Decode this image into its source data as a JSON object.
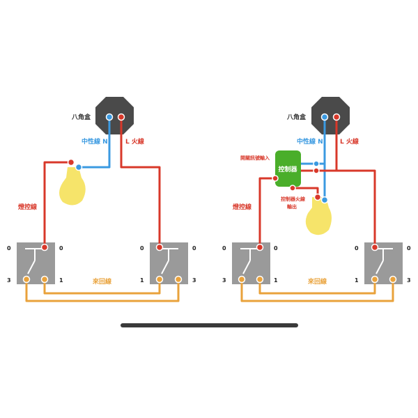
{
  "colors": {
    "neutral": "#3b9ae1",
    "live": "#d8382a",
    "traveler": "#e9a23b",
    "box": "#4a4a4a",
    "switch": "#9a9a9a",
    "bulb": "#f6e46a",
    "controller": "#4aae2a"
  },
  "left": {
    "box_label": "八角盒",
    "neutral_label": "中性線 N",
    "live_label": "L 火線",
    "lamp_wire_label": "燈控線",
    "traveler_label": "來回線",
    "sw1_top_left": "0",
    "sw1_top_right": "0",
    "sw1_bot_left": "3",
    "sw1_bot_right": "1",
    "sw2_top_left": "0",
    "sw2_top_right": "0",
    "sw2_bot_left": "1",
    "sw2_bot_right": "3"
  },
  "right": {
    "box_label": "八角盒",
    "neutral_label": "中性線 N",
    "live_label": "L 火線",
    "controller_label": "控制器",
    "signal_input_label": "開關訊號輸入",
    "controller_output_label_1": "控制器火線",
    "controller_output_label_2": "輸出",
    "lamp_wire_label": "燈控線",
    "traveler_label": "來回線",
    "sw1_top_left": "0",
    "sw1_top_right": "0",
    "sw1_bot_left": "3",
    "sw1_bot_right": "1",
    "sw2_top_left": "0",
    "sw2_top_right": "0",
    "sw2_bot_left": "1",
    "sw2_bot_right": "3"
  }
}
